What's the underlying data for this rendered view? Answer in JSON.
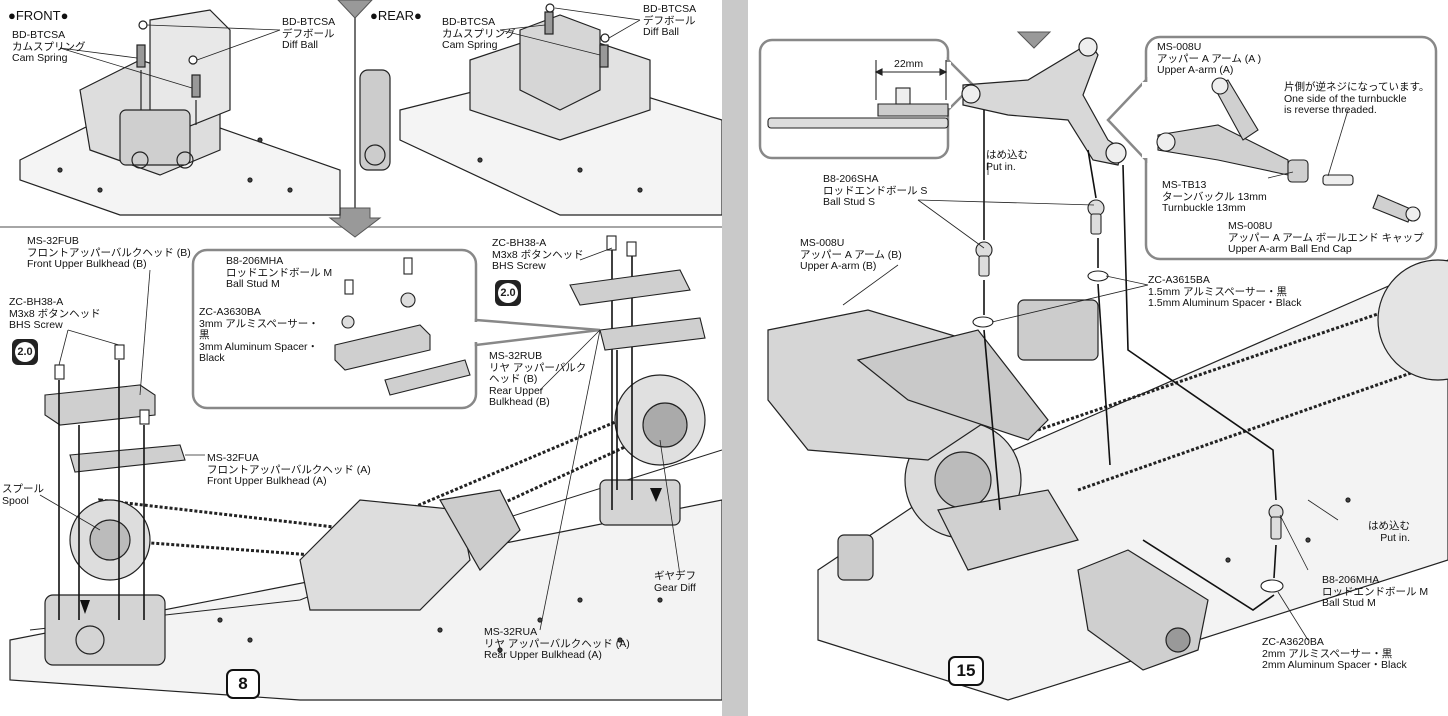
{
  "left_page": {
    "front_header": "●FRONT●",
    "rear_header": "●REAR●",
    "front_cam_spring": "BD-BTCSA\nカムスプリング\nCam Spring",
    "front_diff_ball": "BD-BTCSA\nデフボール\nDiff Ball",
    "rear_cam_spring": "BD-BTCSA\nカムスプリング\nCam Spring",
    "rear_diff_ball": "BD-BTCSA\nデフボール\nDiff Ball",
    "front_upper_bulkhead_b": "MS-32FUB\nフロントアッパーバルクヘッド (B)\nFront Upper Bulkhead (B)",
    "bhs_screw_left": "ZC-BH38-A\nM3x8 ボタンヘッド\nBHS Screw",
    "ball_stud_m": "B8-206MHA\nロッドエンドボール M\nBall Stud M",
    "aluminum_spacer_3mm": "ZC-A3630BA\n3mm アルミスペーサー・\n黒\n3mm Aluminum Spacer・\nBlack",
    "bhs_screw_right": "ZC-BH38-A\nM3x8 ボタンヘッド\nBHS Screw",
    "rear_upper_bulkhead_b": "MS-32RUB\nリヤ アッパーバルク\nヘッド (B)\nRear Upper\nBulkhead (B)",
    "front_upper_bulkhead_a": "MS-32FUA\nフロントアッパーバルクヘッド (A)\nFront Upper Bulkhead (A)",
    "spool": "スプール\nSpool",
    "gear_diff": "ギヤデフ\nGear Diff",
    "rear_upper_bulkhead_a": "MS-32RUA\nリヤ アッパーバルクヘッド (A)\nRear Upper Bulkhead (A)",
    "badge_value": "2.0",
    "step_number": "8"
  },
  "right_page": {
    "dimension": "22mm",
    "upper_a_arm_a": "MS-008U\nアッパー A アーム (A )\nUpper A-arm (A)",
    "reverse_thread_note": "片側が逆ネジになっています。\nOne side of the turnbuckle\nis reverse threaded.",
    "put_in_top": "はめ込む\nPut in.",
    "ball_stud_s": "B8-206SHA\nロッドエンドボール S\nBall Stud S",
    "turnbuckle": "MS-TB13\nターンバックル 13mm\nTurnbuckle 13mm",
    "ball_end_cap": "MS-008U\nアッパー A アーム ボールエンド キャップ\nUpper A-arm Ball End Cap",
    "upper_a_arm_b": "MS-008U\nアッパー A アーム (B)\nUpper A-arm (B)",
    "spacer_15mm": "ZC-A3615BA\n1.5mm アルミスペーサー・黒\n1.5mm Aluminum Spacer・Black",
    "put_in_bottom": "はめ込む\nPut in.",
    "ball_stud_m": "B8-206MHA\nロッドエンドボール M\nBall Stud M",
    "spacer_2mm": "ZC-A3620BA\n2mm アルミスペーサー・黒\n2mm Aluminum Spacer・Black",
    "step_number": "15"
  }
}
